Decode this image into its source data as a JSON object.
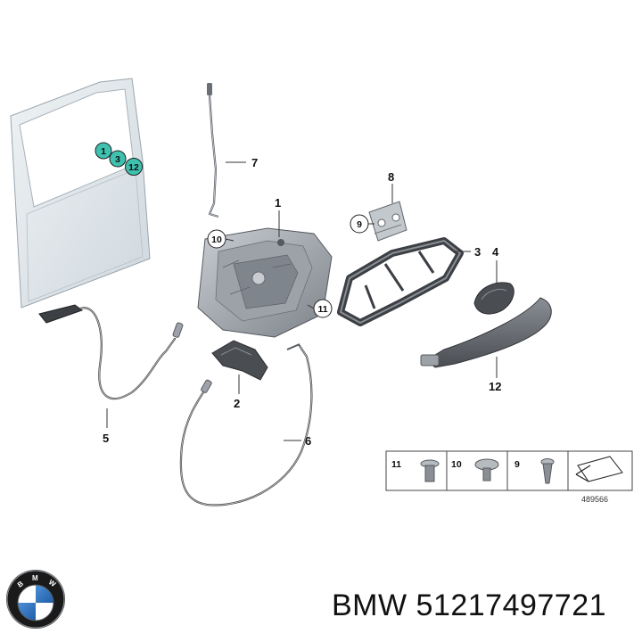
{
  "diagram": {
    "labels": {
      "l1": "1",
      "l2": "2",
      "l3": "3",
      "l4": "4",
      "l5": "5",
      "l6": "6",
      "l7": "7",
      "l8": "8",
      "l9": "9",
      "l10": "10",
      "l11": "11",
      "l12": "12"
    },
    "door_callouts": [
      "1",
      "3",
      "12"
    ],
    "fasteners": [
      "11",
      "10",
      "9"
    ],
    "reference": "489566",
    "colors": {
      "callout_fill": "#3fc1b0",
      "part_metal": "#a8adb3",
      "part_dark": "#4a4d52",
      "door_panel": "#dfe6ea"
    }
  },
  "footer": {
    "brand_logo": "bmw-roundel-logo",
    "logo_letters": "BMW",
    "part_number": "BMW 51217497721"
  }
}
